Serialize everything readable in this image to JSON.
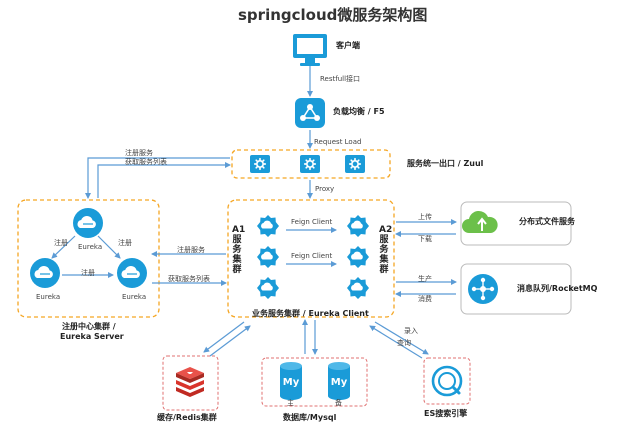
{
  "title": "springcloud微服务架构图",
  "nodes": {
    "client": "客户端",
    "load_balancer": "负载均衡 / F5",
    "gateway": "服务统一出口 / Zuul",
    "business_cluster": "业务服务集群 / Eureka Client",
    "registry_line1": "注册中心集群 /",
    "registry_line2": "Eureka Server",
    "file_service": "分布式文件服务",
    "mq": "消息队列/RocketMQ",
    "cache": "缓存/Redis集群",
    "db": "数据库/Mysql",
    "es": "ES搜索引擎"
  },
  "edges": {
    "restful": "Restfull接口",
    "request_load": "Request Load",
    "proxy": "Proxy",
    "register_service": "注册服务",
    "get_service_list": "获取服务列表",
    "feign_client_1": "Feign Client",
    "feign_client_2": "Feign Client",
    "upload": "上传",
    "download": "下载",
    "produce": "生产",
    "consume": "消费",
    "write": "录入",
    "query": "查询",
    "register_1": "注册",
    "register_2": "注册",
    "register_3": "注册"
  },
  "eureka_nodes": [
    "Eureka",
    "Eureka",
    "Eureka"
  ],
  "a1_label": [
    "A1",
    "服",
    "务",
    "集",
    "群"
  ],
  "a2_label": [
    "A2",
    "服",
    "务",
    "集",
    "群"
  ],
  "db_master": "主",
  "db_slave": "备",
  "db_icon_text": "My",
  "colors": {
    "blue": "#1a9bd8",
    "orange_dash": "#f5a623",
    "arrow": "#5b9bd5",
    "redis": "#d9342b"
  }
}
